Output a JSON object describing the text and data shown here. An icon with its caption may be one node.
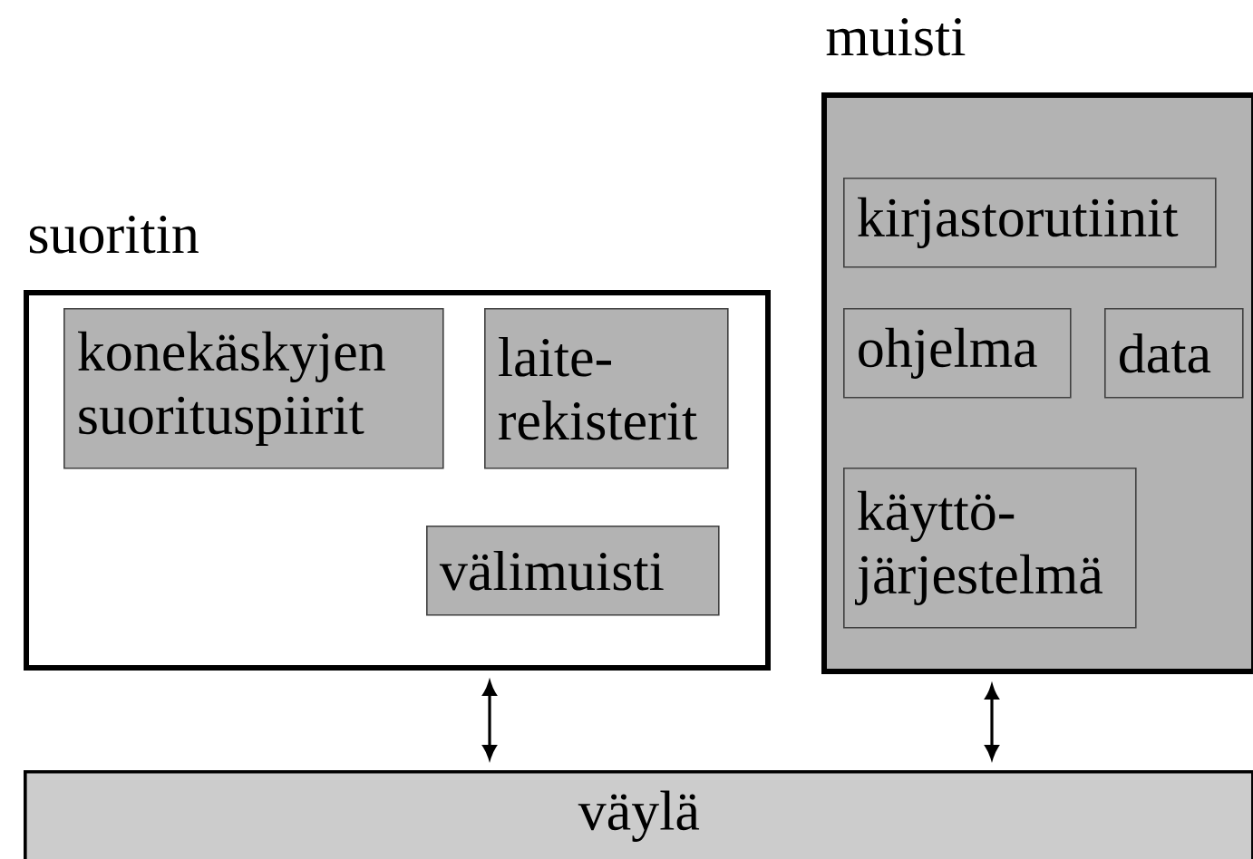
{
  "diagram": {
    "nodes": [
      {
        "text": [
          "suoritin"
        ]
      },
      {
        "text": [
          "konekäskyjen suorituspiirit"
        ],
        "in": 0
      },
      {
        "text": [
          "laite- rekisterit"
        ],
        "in": 0
      },
      {
        "text": [
          "välimuisti"
        ],
        "in": 0
      },
      {
        "text": [
          "muisti"
        ]
      },
      {
        "text": [
          "kirjastorutiinit"
        ],
        "in": 4
      },
      {
        "text": [
          "ohjelma"
        ],
        "in": 4
      },
      {
        "text": [
          "data"
        ],
        "in": 4
      },
      {
        "text": [
          "käyttö- järjestelmä"
        ],
        "in": 4
      },
      {
        "text": [
          "väylä"
        ]
      }
    ],
    "edges": [
      {
        "from": 0,
        "to": 9,
        "arrow": "both"
      },
      {
        "from": 4,
        "to": 9,
        "arrow": "both"
      }
    ]
  }
}
